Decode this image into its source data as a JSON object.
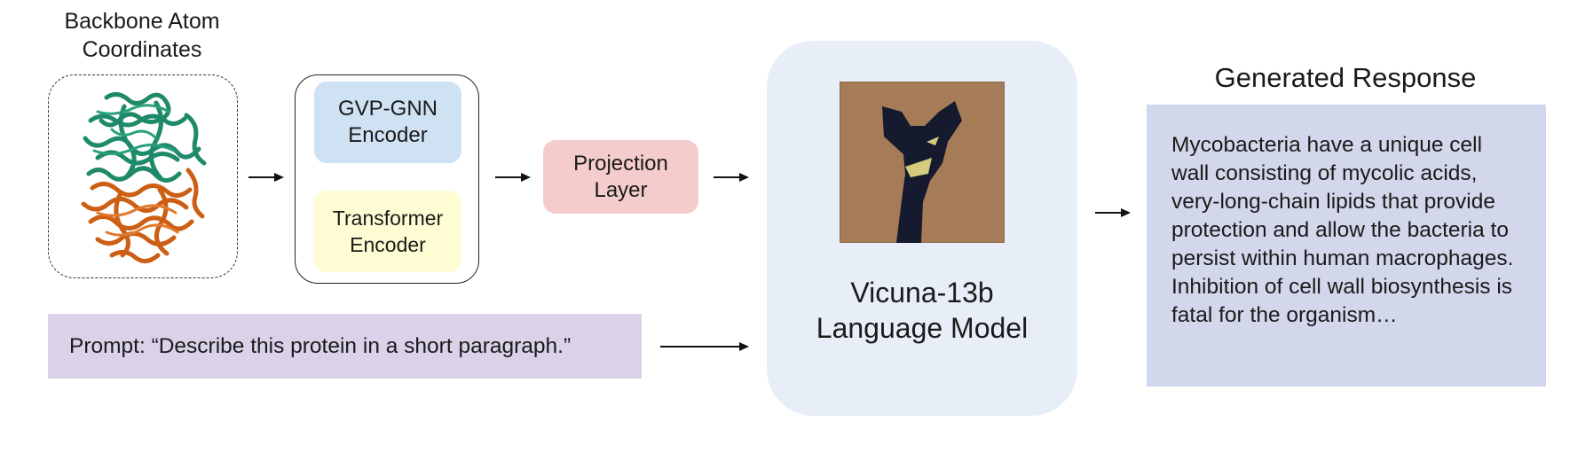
{
  "input": {
    "coordinates_title": "Backbone Atom\nCoordinates",
    "prompt_text": "Prompt: “Describe this protein in a short paragraph.”"
  },
  "encoders": {
    "gvp": "GVP-GNN\nEncoder",
    "transformer": "Transformer\nEncoder"
  },
  "projection": {
    "label": "Projection\nLayer"
  },
  "language_model": {
    "label": "Vicuna-13b\nLanguage Model"
  },
  "response": {
    "title": "Generated Response",
    "text": "Mycobacteria have a unique cell wall consisting of mycolic acids, very-long-chain lipids that provide protection and allow the bacteria to persist within human macrophages. Inhibition of cell wall biosynthesis is fatal for the organism…"
  },
  "colors": {
    "gvp_fill": "#cfe2f3",
    "transformer_fill": "#fefcd3",
    "projection_fill": "#f4cccc",
    "lm_fill": "#e8eef8",
    "response_fill": "#d3d7ec",
    "prompt_fill": "#d9d2e9",
    "protein_green": "#1f8a6a",
    "protein_orange": "#cc5f14"
  },
  "icons": {
    "protein": "protein-structure-icon",
    "llm_logo": "vicuna-logo-icon"
  }
}
